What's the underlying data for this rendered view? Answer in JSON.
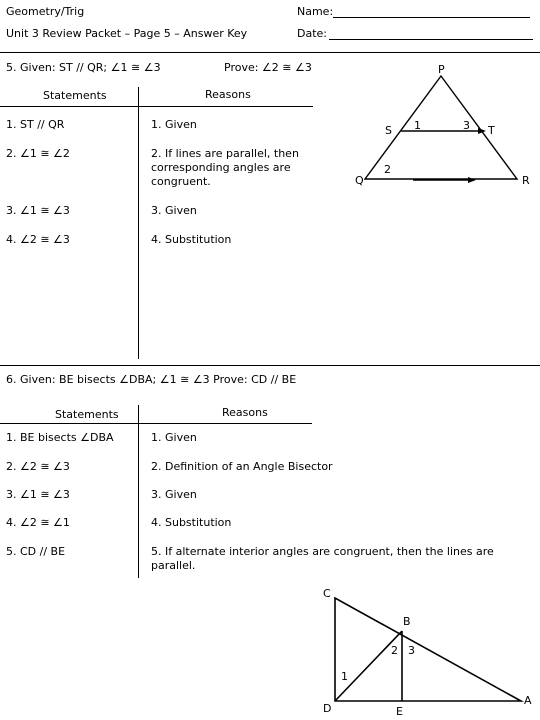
{
  "header": {
    "course": "Geometry/Trig",
    "subtitle": "Unit 3 Review Packet – Page 5 – Answer Key",
    "name_label": "Name:",
    "date_label": "Date:"
  },
  "problem5": {
    "given": "5.  Given: ST // QR; ∠1 ≅ ∠3",
    "prove": "Prove: ∠2 ≅ ∠3",
    "statements_header": "Statements",
    "reasons_header": "Reasons",
    "rows": [
      {
        "statement": "1.  ST // QR",
        "reason": "1. Given"
      },
      {
        "statement": "2. ∠1 ≅ ∠2",
        "reason": "2. If lines are parallel, then corresponding angles are congruent."
      },
      {
        "statement": "3. ∠1 ≅ ∠3",
        "reason": "3. Given"
      },
      {
        "statement": "4. ∠2 ≅ ∠3",
        "reason": "4. Substitution"
      }
    ],
    "figure": {
      "points": {
        "P": "P",
        "S": "S",
        "T": "T",
        "Q": "Q",
        "R": "R"
      },
      "angles": {
        "a1": "1",
        "a2": "2",
        "a3": "3"
      }
    }
  },
  "problem6": {
    "given": "6.  Given: BE bisects ∠DBA; ∠1 ≅ ∠3   Prove: CD // BE",
    "statements_header": "Statements",
    "reasons_header": "Reasons",
    "rows": [
      {
        "statement": "1. BE bisects ∠DBA",
        "reason": "1. Given"
      },
      {
        "statement": "2. ∠2 ≅ ∠3",
        "reason": "2. Definition of an Angle Bisector"
      },
      {
        "statement": "3. ∠1 ≅ ∠3",
        "reason": "3. Given"
      },
      {
        "statement": "4. ∠2 ≅ ∠1",
        "reason": "4. Substitution"
      },
      {
        "statement": "5. CD // BE",
        "reason": "5. If alternate interior angles are congruent, then the lines are parallel."
      }
    ],
    "figure": {
      "points": {
        "C": "C",
        "B": "B",
        "D": "D",
        "E": "E",
        "A": "A"
      },
      "angles": {
        "a1": "1",
        "a2": "2",
        "a3": "3"
      }
    }
  }
}
